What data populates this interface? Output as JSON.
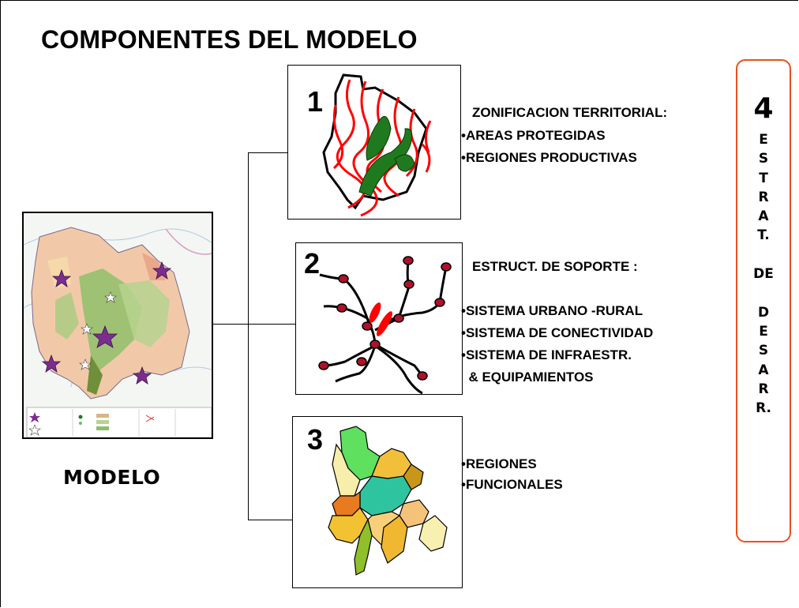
{
  "title": "COMPONENTES DEL MODELO",
  "modelo_label": "MODELO",
  "components": [
    {
      "number": "1",
      "heading": "ZONIFICACION TERRITORIAL:",
      "items": [
        "•AREAS PROTEGIDAS",
        "•REGIONES PRODUCTIVAS"
      ]
    },
    {
      "number": "2",
      "heading": "ESTRUCT. DE SOPORTE :",
      "items": [
        "•SISTEMA URBANO -RURAL",
        "•SISTEMA DE CONECTIVIDAD",
        "•SISTEMA DE INFRAESTR.",
        "  & EQUIPAMIENTOS"
      ]
    },
    {
      "number": "3",
      "heading": "",
      "items": [
        "•REGIONES",
        "•FUNCIONALES"
      ]
    }
  ],
  "strategy": {
    "number": "4",
    "letters": [
      "E",
      "S",
      "T",
      "R",
      "A",
      "T.",
      "",
      "DE",
      "",
      "D",
      "E",
      "S",
      "A",
      "R",
      "R."
    ]
  },
  "colors": {
    "accent_border": "#e8501e",
    "river_red": "#ff0000",
    "zone_green": "#1f7a1f"
  }
}
